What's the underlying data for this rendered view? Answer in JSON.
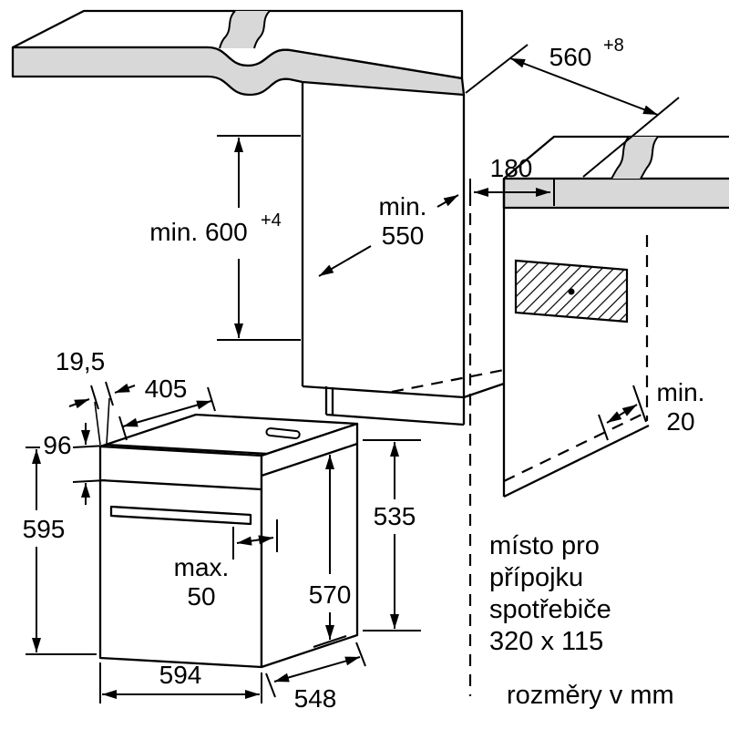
{
  "dims": {
    "niche_width": "560",
    "niche_width_tolerance": "+8",
    "niche_height": "min. 600",
    "niche_height_tolerance": "+4",
    "niche_depth_word": "min.",
    "niche_depth_value": "550",
    "rear_offset": "180",
    "rear_gap_word": "min.",
    "rear_gap_value": "20",
    "front_frame": "19,5",
    "top_depth": "405",
    "panel_height": "96",
    "oven_height": "595",
    "handle_word": "max.",
    "handle_value": "50",
    "body_inner_depth": "570",
    "side_height": "535",
    "oven_width": "594",
    "oven_depth": "548"
  },
  "connection_note": [
    "místo pro",
    "přípojku",
    "spotřebiče",
    "320 x 115"
  ],
  "units_note": "rozměry v mm"
}
